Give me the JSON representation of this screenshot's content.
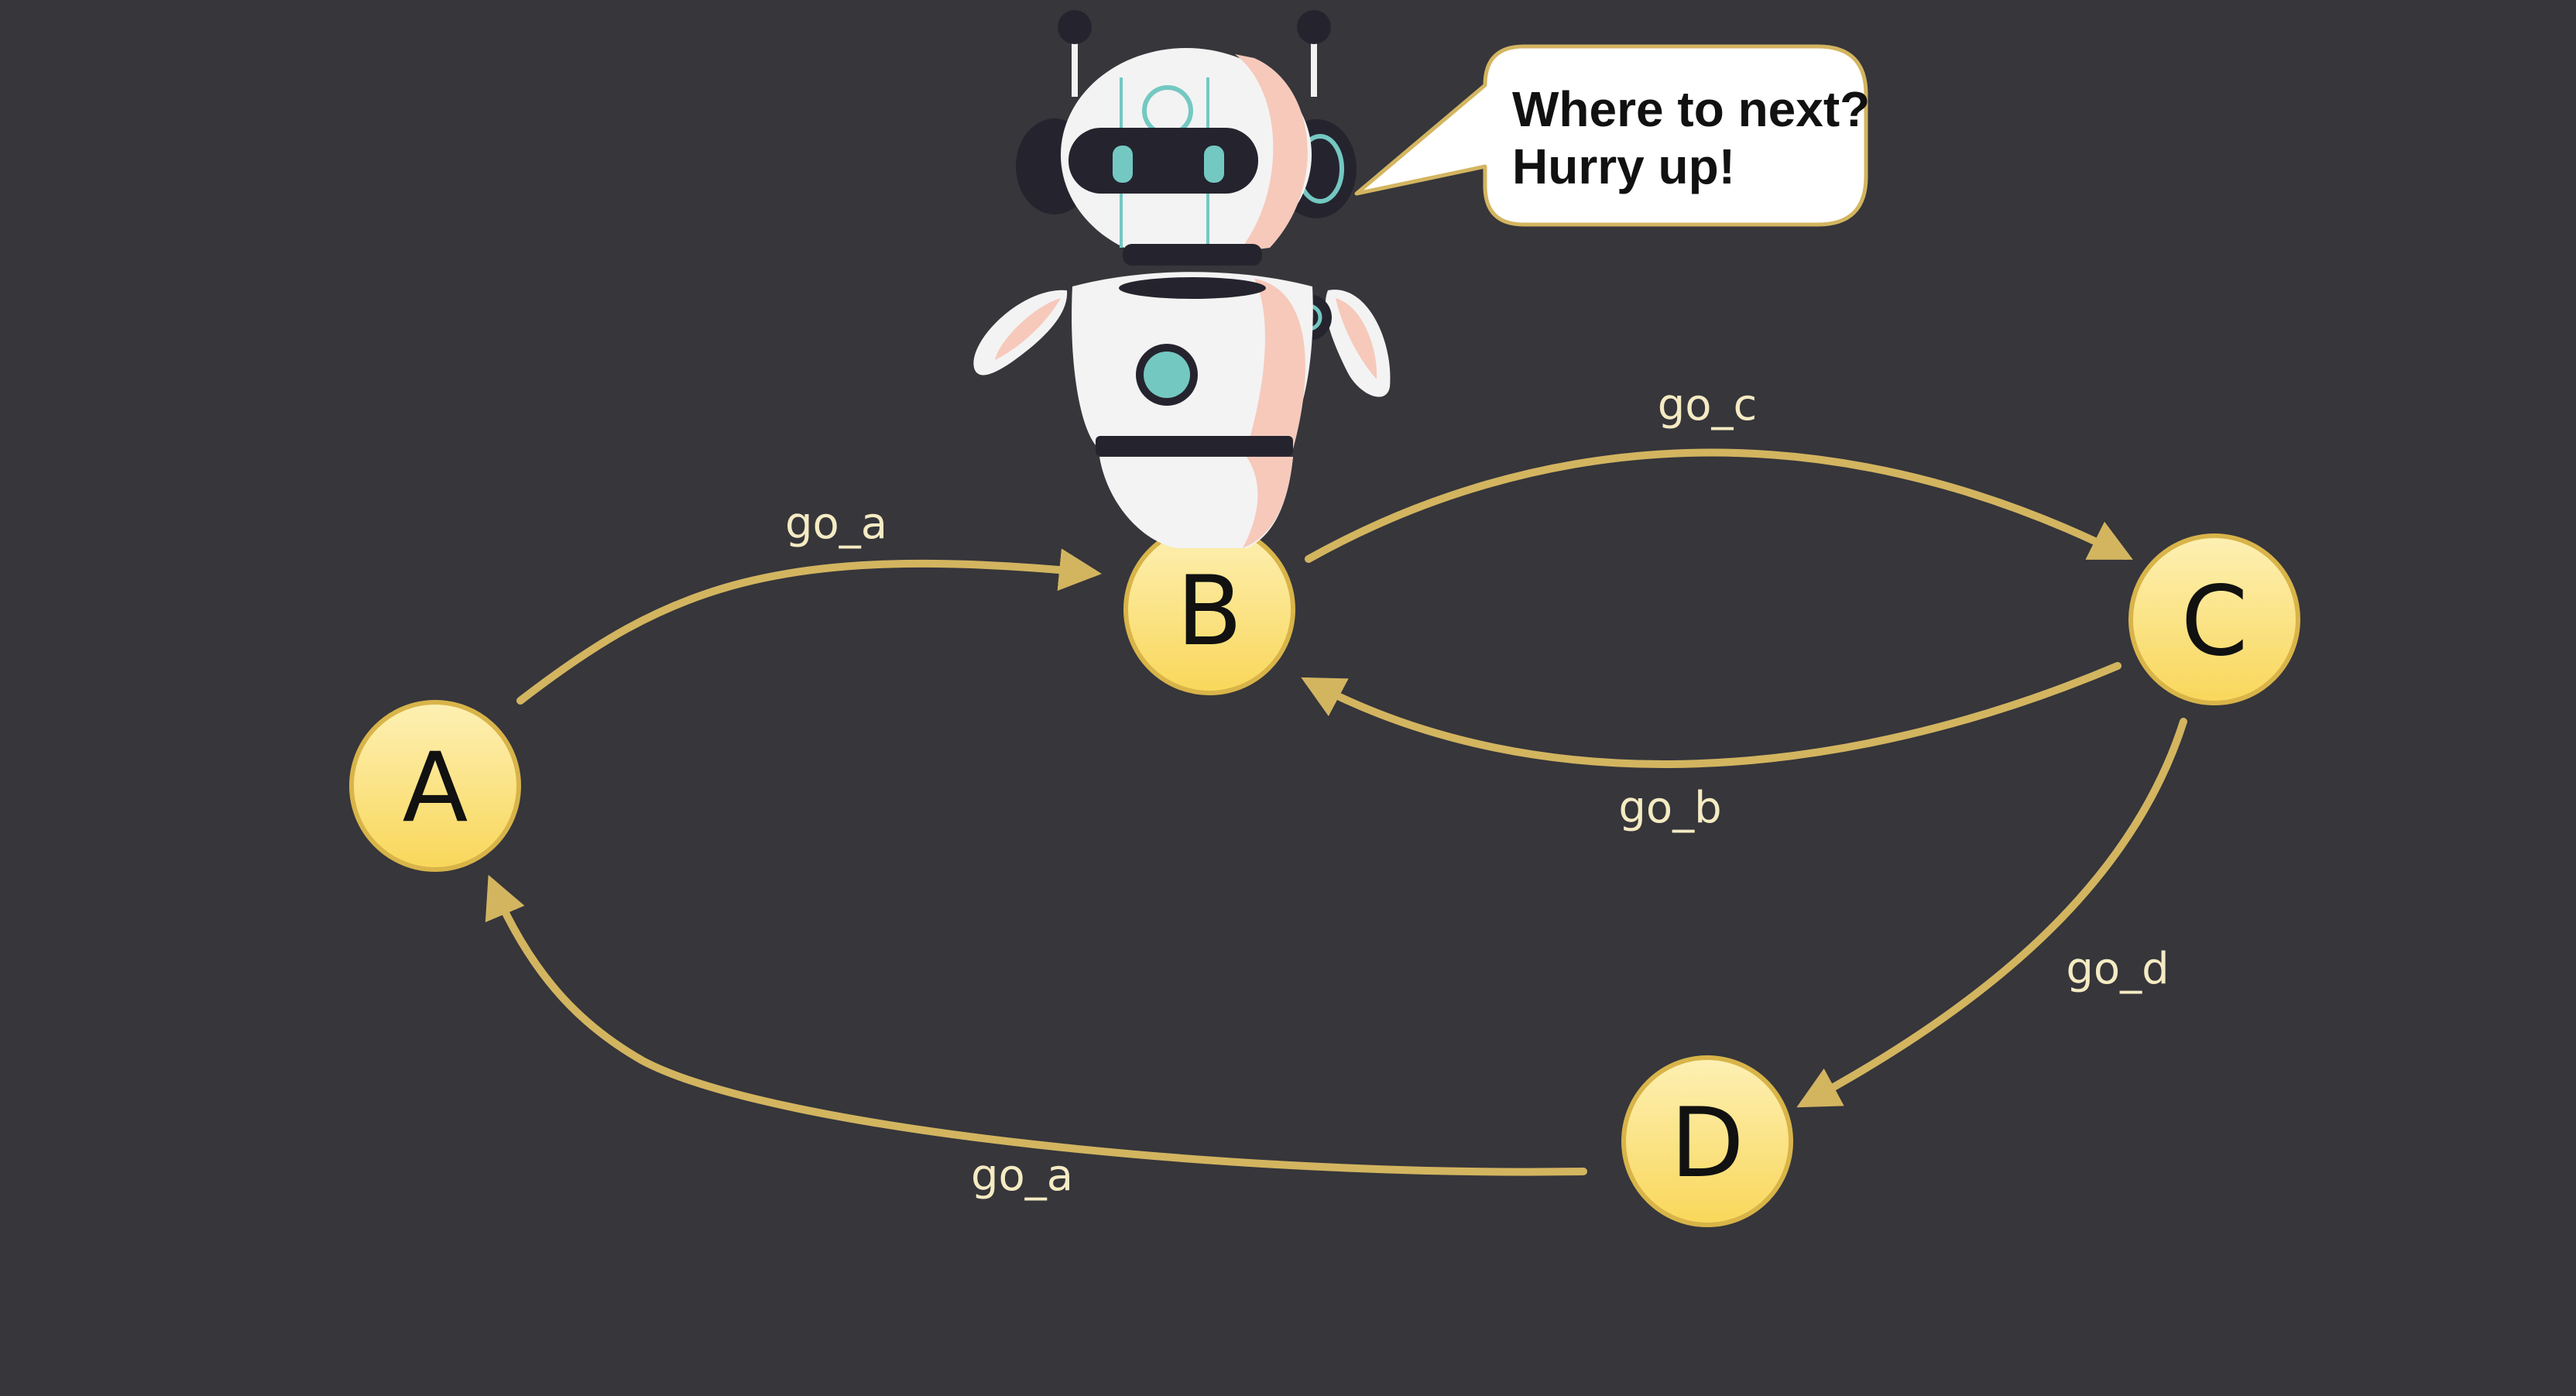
{
  "diagram": {
    "colors": {
      "background": "#36363b",
      "edge": "#d3b560",
      "edge_label": "#f5ebc3",
      "node_fill_top": "#fdf0b4",
      "node_fill_bottom": "#f9d75a",
      "node_stroke": "#d8b449",
      "node_text": "#111111"
    },
    "nodes": [
      {
        "id": "A",
        "label": "A"
      },
      {
        "id": "B",
        "label": "B"
      },
      {
        "id": "C",
        "label": "C"
      },
      {
        "id": "D",
        "label": "D"
      }
    ],
    "edges": [
      {
        "from": "A",
        "to": "B",
        "label": "go_a"
      },
      {
        "from": "B",
        "to": "C",
        "label": "go_c"
      },
      {
        "from": "C",
        "to": "B",
        "label": "go_b"
      },
      {
        "from": "C",
        "to": "D",
        "label": "go_d"
      },
      {
        "from": "D",
        "to": "A",
        "label": "go_a"
      }
    ]
  },
  "robot": {
    "icon": "robot-icon",
    "speech_bubble": {
      "line1": "Where to next?",
      "line2": "Hurry up!"
    }
  }
}
